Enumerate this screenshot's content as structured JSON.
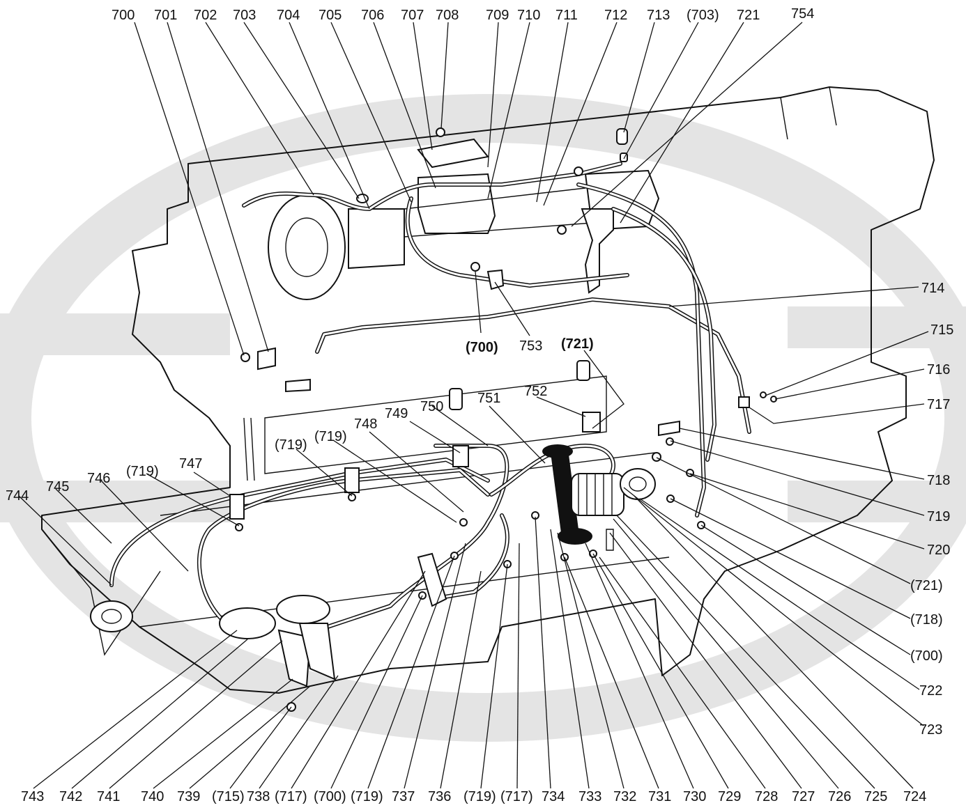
{
  "labels": {
    "top": [
      "700",
      "701",
      "702",
      "703",
      "704",
      "705",
      "706",
      "707",
      "708",
      "709",
      "710",
      "711",
      "712",
      "713",
      "(703)",
      "721",
      "754"
    ],
    "right": [
      "714",
      "715",
      "716",
      "717",
      "718",
      "719",
      "720",
      "(721)",
      "(718)",
      "(700)",
      "722",
      "723"
    ],
    "bottom": [
      "743",
      "742",
      "741",
      "740",
      "739",
      "(715)",
      "738",
      "(717)",
      "(700)",
      "(719)",
      "737",
      "736",
      "(719)",
      "(717)",
      "734",
      "733",
      "732",
      "731",
      "730",
      "729",
      "728",
      "727",
      "726",
      "725",
      "724"
    ],
    "left": [
      "744",
      "745",
      "746",
      "(719)",
      "747",
      "(719)",
      "(719)",
      "748",
      "749",
      "750",
      "751",
      "752",
      "(721)",
      "(700)",
      "753"
    ]
  },
  "icons": [
    "sewing-machine-outline",
    "motor-housing",
    "cable-harness",
    "solenoid-coil",
    "screw",
    "clamp"
  ],
  "colors": {
    "ink": "#111111",
    "watermark": "#e4e4e4",
    "paper": "#ffffff"
  }
}
